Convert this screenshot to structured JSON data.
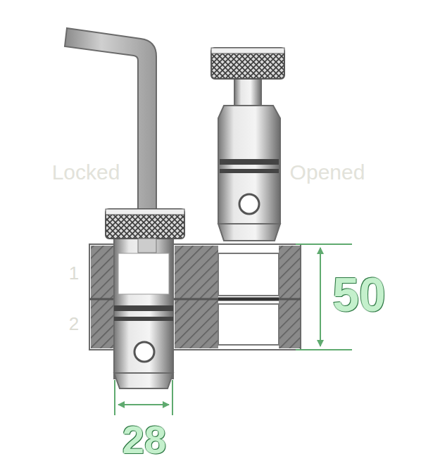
{
  "diagram": {
    "labels": [
      "Locked",
      "Opened",
      "1",
      "2",
      "50",
      "28"
    ]
  }
}
